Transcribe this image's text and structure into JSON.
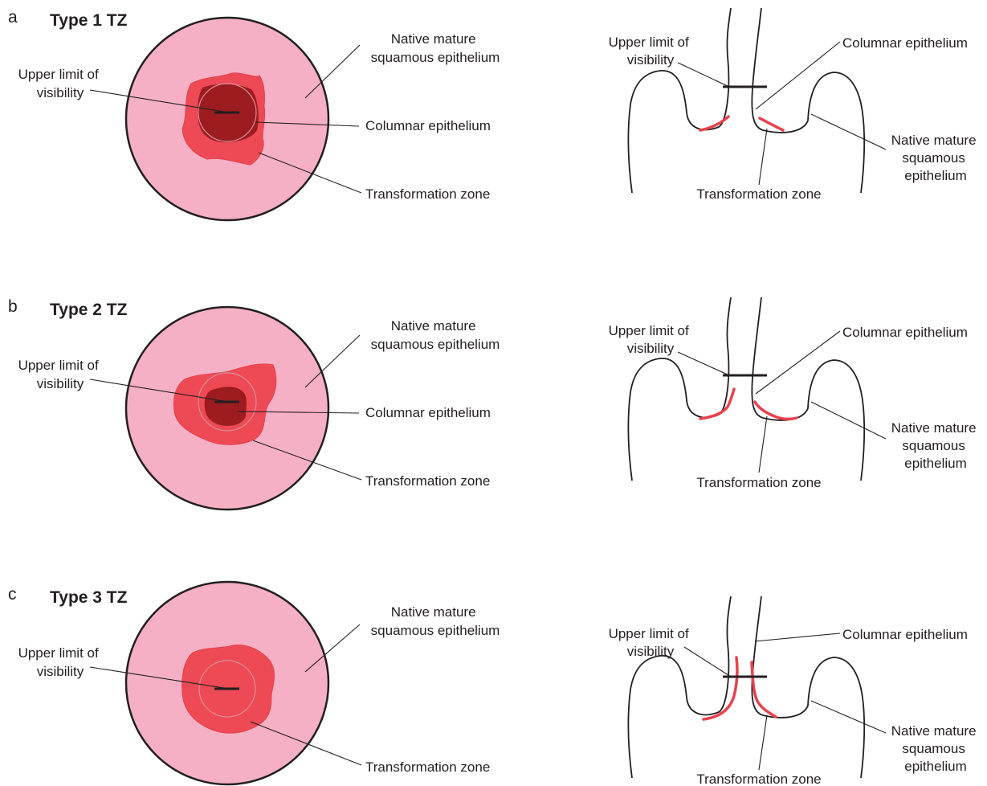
{
  "panels": [
    {
      "letter": "a",
      "title": "Type 1 TZ",
      "face_labels": {
        "native": [
          "Native mature",
          "squamous epithelium"
        ],
        "upper": [
          "Upper limit of",
          "visibility"
        ],
        "columnar": "Columnar epithelium",
        "tz": "Transformation zone"
      },
      "section_labels": {
        "upper": [
          "Upper limit of",
          "visibility"
        ],
        "columnar": "Columnar epithelium",
        "native": [
          "Native mature",
          "squamous",
          "epithelium"
        ],
        "tz": "Transformation zone"
      }
    },
    {
      "letter": "b",
      "title": "Type 2 TZ",
      "face_labels": {
        "native": [
          "Native mature",
          "squamous epithelium"
        ],
        "upper": [
          "Upper limit of",
          "visibility"
        ],
        "columnar": "Columnar epithelium",
        "tz": "Transformation zone"
      },
      "section_labels": {
        "upper": [
          "Upper limit of",
          "visibility"
        ],
        "columnar": "Columnar epithelium",
        "native": [
          "Native mature",
          "squamous",
          "epithelium"
        ],
        "tz": "Transformation zone"
      }
    },
    {
      "letter": "c",
      "title": "Type 3 TZ",
      "face_labels": {
        "native": [
          "Native mature",
          "squamous epithelium"
        ],
        "upper": [
          "Upper limit of",
          "visibility"
        ],
        "tz": "Transformation zone"
      },
      "section_labels": {
        "upper": [
          "Upper limit of",
          "visibility"
        ],
        "columnar": "Columnar epithelium",
        "native": [
          "Native mature",
          "squamous",
          "epithelium"
        ],
        "tz": "Transformation zone"
      }
    }
  ],
  "colors": {
    "native_epithelium": "#f5b0c5",
    "transformation_zone": "#ee4a55",
    "columnar_epithelium": "#9c1c20",
    "outline": "#231f20"
  }
}
